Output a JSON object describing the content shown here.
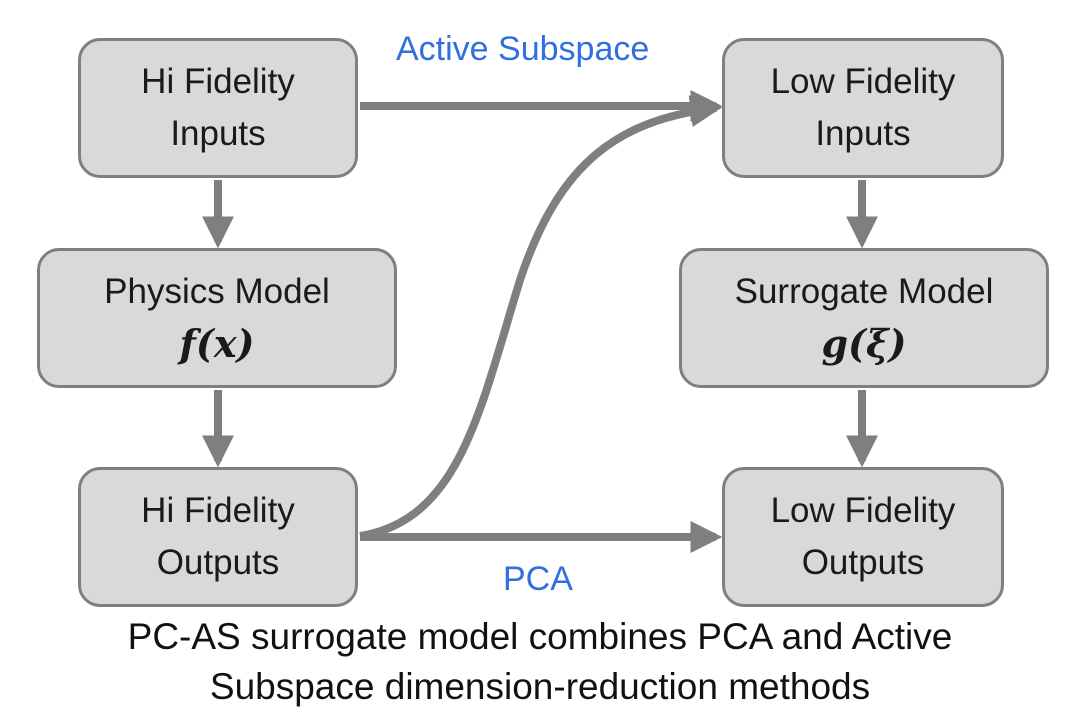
{
  "diagram": {
    "nodes": {
      "hi_inputs": {
        "line1": "Hi Fidelity",
        "line2": "Inputs"
      },
      "physics": {
        "line1": "Physics Model",
        "formula": "f(x)"
      },
      "hi_outputs": {
        "line1": "Hi Fidelity",
        "line2": "Outputs"
      },
      "lo_inputs": {
        "line1": "Low Fidelity",
        "line2": "Inputs"
      },
      "surrogate": {
        "line1": "Surrogate Model",
        "formula": "g(ξ)"
      },
      "lo_outputs": {
        "line1": "Low Fidelity",
        "line2": "Outputs"
      }
    },
    "edge_labels": {
      "active_subspace": "Active Subspace",
      "pca": "PCA"
    },
    "colors": {
      "box_fill": "#d9d9d9",
      "box_border": "#7f7f7f",
      "arrow": "#7f7f7f",
      "label_blue": "#2f6fe0"
    }
  },
  "caption": {
    "line1": "PC-AS surrogate model combines PCA and Active",
    "line2": "Subspace dimension-reduction methods"
  }
}
